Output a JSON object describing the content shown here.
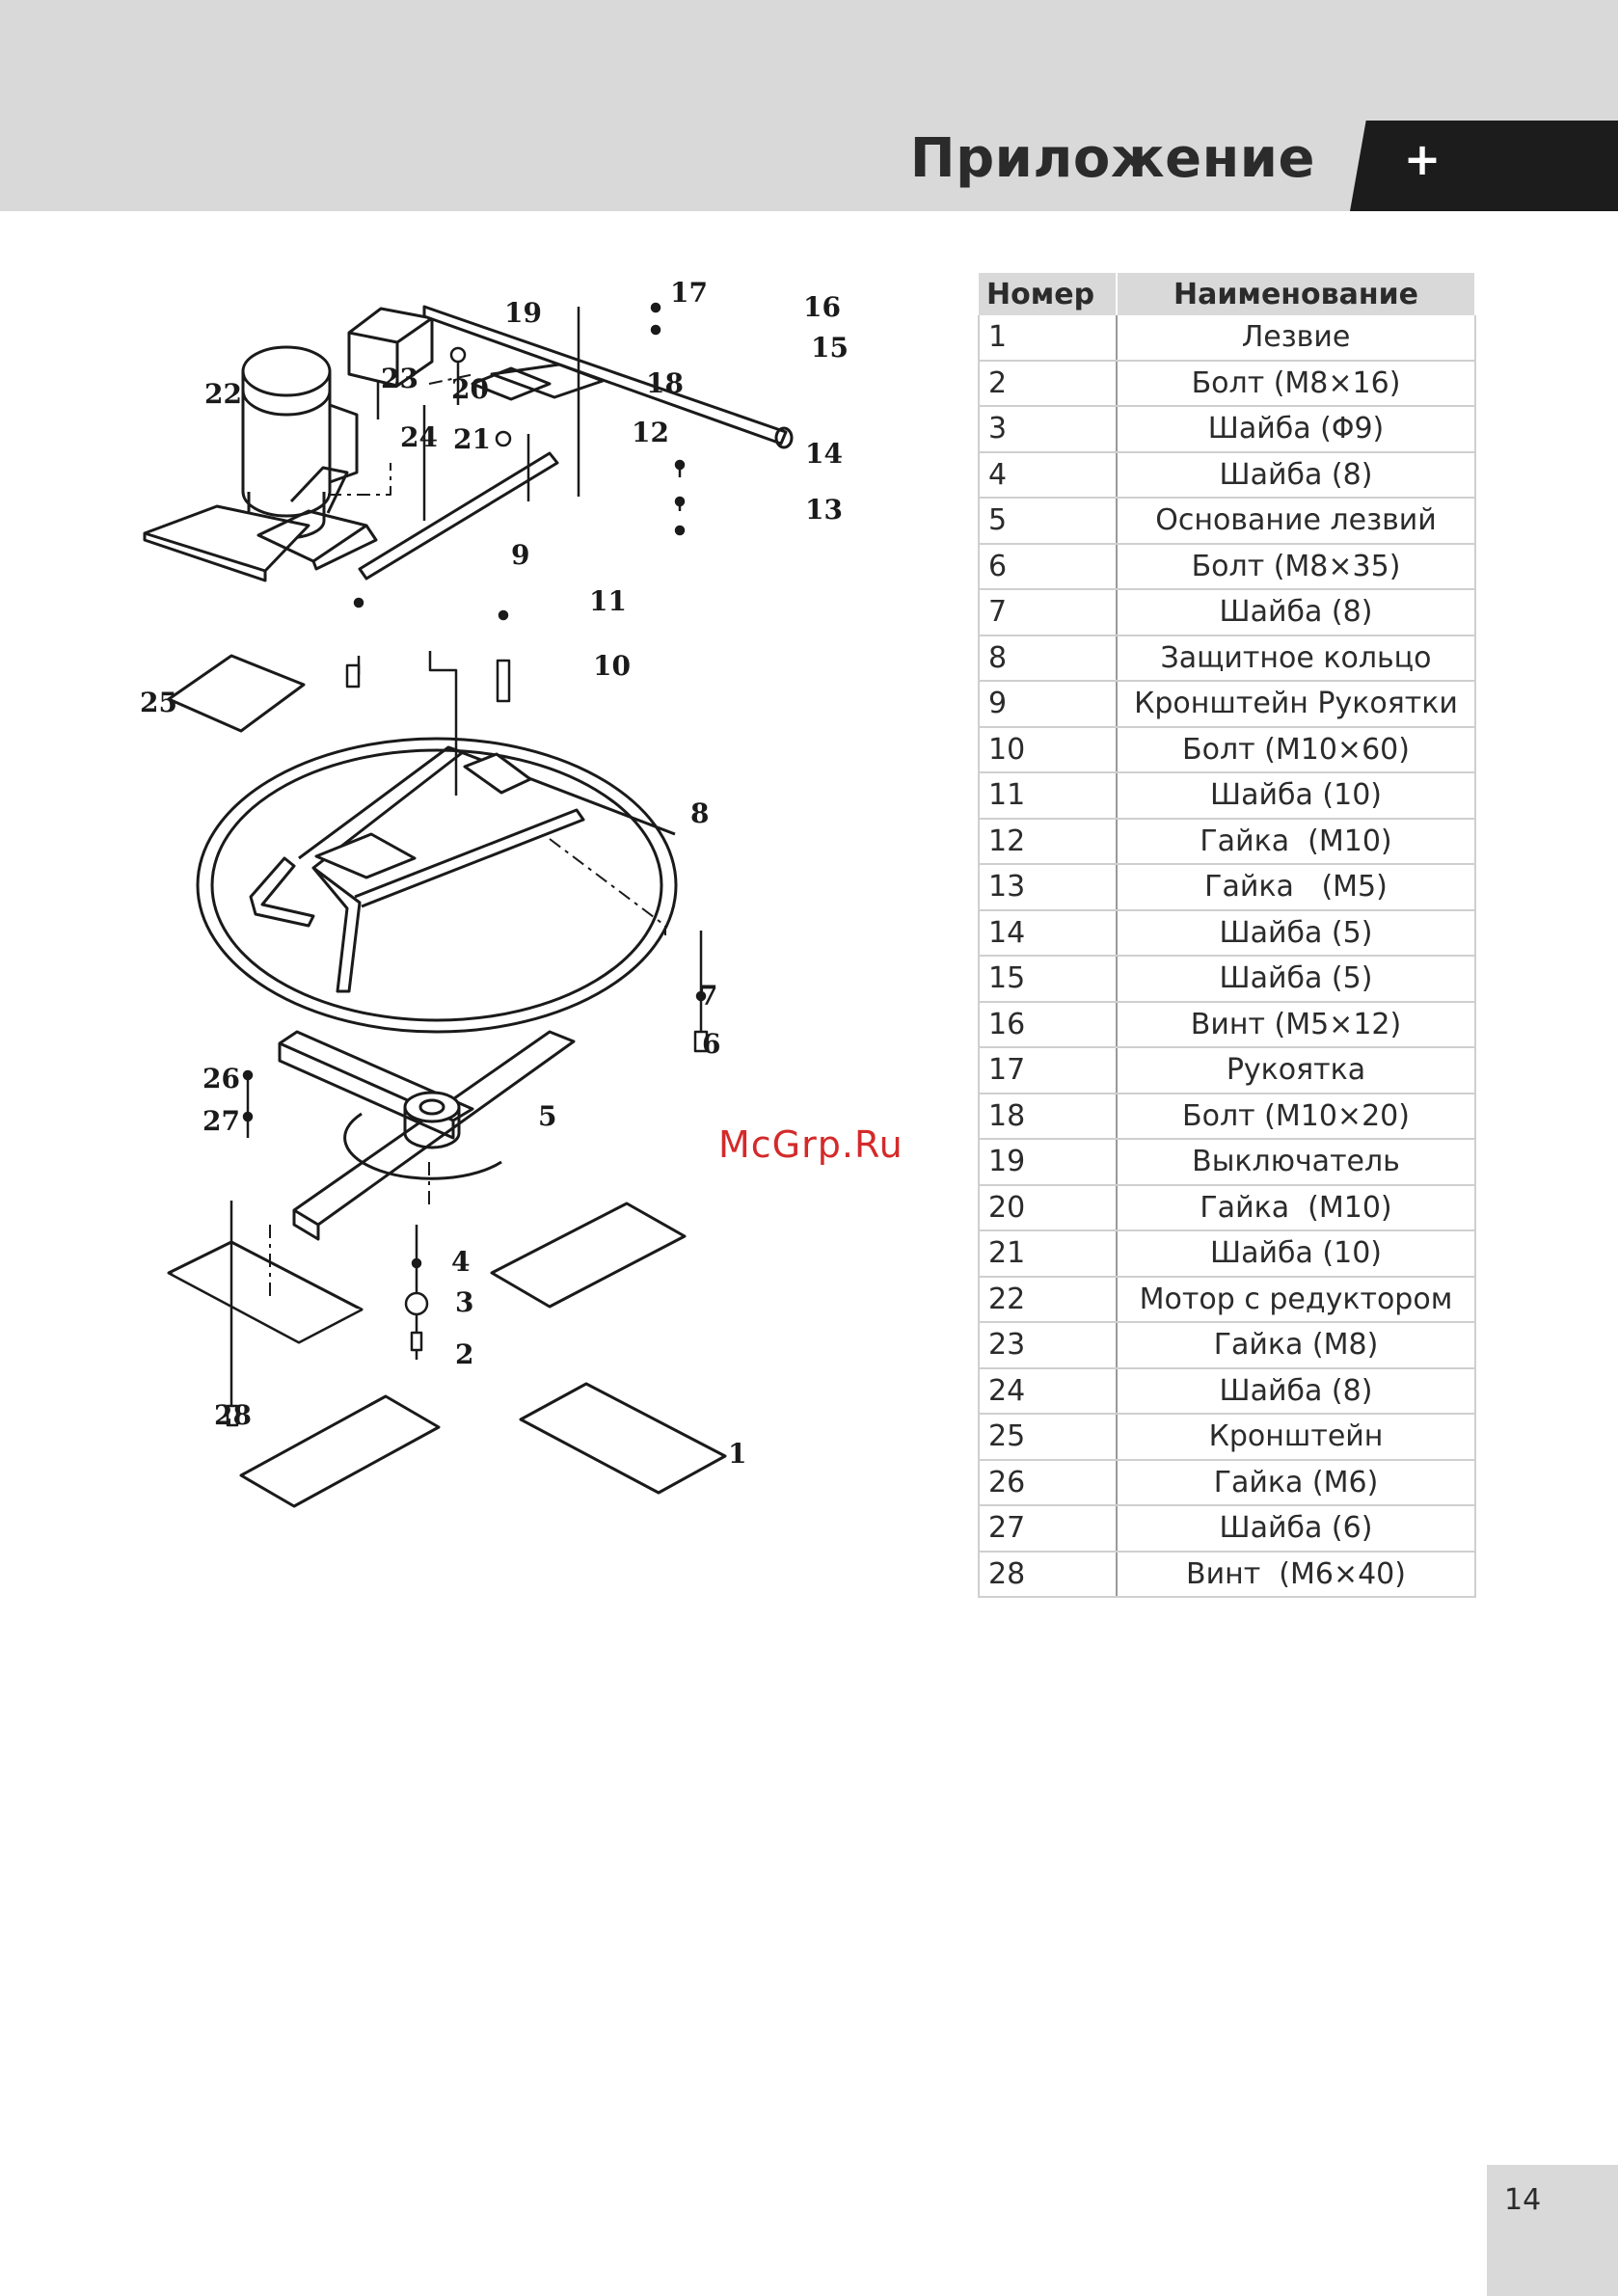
{
  "header": {
    "title": "Приложение",
    "icon": "plus-icon",
    "icon_glyph": "+"
  },
  "watermark": "McGrp.Ru",
  "diagram": {
    "labels": [
      "1",
      "2",
      "3",
      "4",
      "5",
      "6",
      "7",
      "8",
      "9",
      "10",
      "11",
      "12",
      "13",
      "14",
      "15",
      "16",
      "17",
      "18",
      "19",
      "20",
      "21",
      "22",
      "23",
      "24",
      "25",
      "26",
      "27",
      "28"
    ]
  },
  "table": {
    "headers": {
      "number": "Номер",
      "name": "Наименование"
    },
    "rows": [
      {
        "num": "1",
        "name": "Лезвие"
      },
      {
        "num": "2",
        "name": "Болт (М8×16)"
      },
      {
        "num": "3",
        "name": "Шайба (Φ9)"
      },
      {
        "num": "4",
        "name": "Шайба (8)"
      },
      {
        "num": "5",
        "name": "Основание лезвий"
      },
      {
        "num": "6",
        "name": "Болт (М8×35)"
      },
      {
        "num": "7",
        "name": "Шайба (8)"
      },
      {
        "num": "8",
        "name": "Защитное кольцо"
      },
      {
        "num": "9",
        "name": "Кронштейн Рукоятки"
      },
      {
        "num": "10",
        "name": "Болт (М10×60)"
      },
      {
        "num": "11",
        "name": "Шайба (10)"
      },
      {
        "num": "12",
        "name": "Гайка  (М10)"
      },
      {
        "num": "13",
        "name": "Гайка   (М5)"
      },
      {
        "num": "14",
        "name": "Шайба (5)"
      },
      {
        "num": "15",
        "name": "Шайба (5)"
      },
      {
        "num": "16",
        "name": "Винт (М5×12)"
      },
      {
        "num": "17",
        "name": "Рукоятка"
      },
      {
        "num": "18",
        "name": "Болт (М10×20)"
      },
      {
        "num": "19",
        "name": "Выключатель"
      },
      {
        "num": "20",
        "name": "Гайка  (М10)"
      },
      {
        "num": "21",
        "name": "Шайба (10)"
      },
      {
        "num": "22",
        "name": "Мотор с редуктором"
      },
      {
        "num": "23",
        "name": "Гайка (М8)"
      },
      {
        "num": "24",
        "name": "Шайба (8)"
      },
      {
        "num": "25",
        "name": "Кронштейн"
      },
      {
        "num": "26",
        "name": "Гайка (М6)"
      },
      {
        "num": "27",
        "name": "Шайба (6)"
      },
      {
        "num": "28",
        "name": "Винт  (М6×40)"
      }
    ]
  },
  "page_number": "14"
}
